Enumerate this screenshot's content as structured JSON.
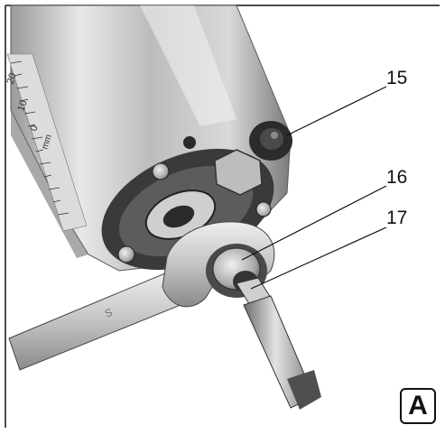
{
  "callouts": {
    "c15": "15",
    "c16": "16",
    "c17": "17"
  },
  "panel_letter": "A",
  "scale_marks": {
    "a": "20",
    "b": "10",
    "c": "0",
    "unit": "mm"
  },
  "colors": {
    "metal_light": "#e6e6e6",
    "metal_mid": "#a8a8a8",
    "metal_dark": "#2e2e2e",
    "frame": "#111111"
  }
}
